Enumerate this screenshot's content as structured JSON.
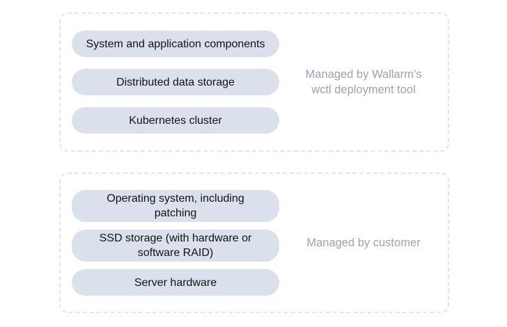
{
  "colors": {
    "background": "#ffffff",
    "group_border": "#e5e5e5",
    "pill_background": "#dbe1ec",
    "pill_text": "#121212",
    "label_text": "#9aa2b4"
  },
  "sections": [
    {
      "name": "wallarm-managed",
      "label_lines": [
        "Managed by Wallarm’s",
        "wctl deployment tool"
      ],
      "pills": [
        {
          "lines": [
            "System and application components"
          ]
        },
        {
          "lines": [
            "Distributed data storage"
          ]
        },
        {
          "lines": [
            "Kubernetes cluster"
          ]
        }
      ]
    },
    {
      "name": "customer-managed",
      "label_lines": [
        "Managed by customer"
      ],
      "pills": [
        {
          "lines": [
            "Operating system, including",
            "patching"
          ]
        },
        {
          "lines": [
            "SSD storage (with hardware or",
            "software RAID)"
          ]
        },
        {
          "lines": [
            "Server hardware"
          ]
        }
      ]
    }
  ]
}
